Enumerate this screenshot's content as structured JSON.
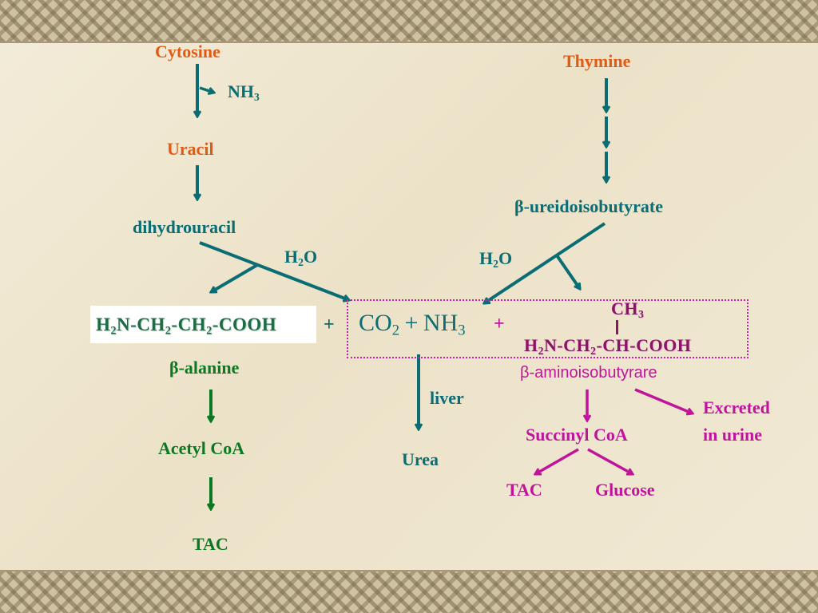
{
  "labels": {
    "cytosine": "Cytosine",
    "nh3_top": "NH",
    "nh3_sub": "3",
    "uracil": "Uracil",
    "dihydrouracil": "dihydrouracil",
    "h2o_left_h": "H",
    "h2o_left_sub": "2",
    "h2o_left_o": "O",
    "thymine": "Thymine",
    "ureidoisobutyrate": "β-ureidoisobutyrate",
    "h2o_right_h": "H",
    "h2o_right_sub": "2",
    "h2o_right_o": "O",
    "plus_left": "+",
    "co2": "CO",
    "co2_sub": "2",
    "plus_mid": "+",
    "nh3_mid": "NH",
    "nh3_mid_sub": "3",
    "plus_right": "+",
    "beta_alanine": "β-alanine",
    "acetyl_coa": "Acetyl CoA",
    "tac_left": "TAC",
    "liver": "liver",
    "urea": "Urea",
    "aminoisobutyrate": "β-aminoisobutyrare",
    "succinyl_coa": "Succinyl CoA",
    "excreted_line1": "Excreted",
    "excreted_line2": "in urine",
    "tac_right": "TAC",
    "glucose": "Glucose"
  },
  "formulas": {
    "beta_alanine_formula": {
      "p1": "H",
      "s1": "2",
      "p2": "N-CH",
      "s2": "2",
      "p3": "-CH",
      "s3": "2",
      "p4": "-COOH"
    },
    "aminoisobutyrate_formula": {
      "ch3": "CH",
      "ch3_sub": "3",
      "p1": "H",
      "s1": "2",
      "p2": "N-CH",
      "s2": "2",
      "p3": "-CH-COOH"
    }
  },
  "colors": {
    "orange": "#e35b12",
    "teal": "#0b6d74",
    "green": "#0a7a22",
    "magenta": "#c0149a"
  }
}
